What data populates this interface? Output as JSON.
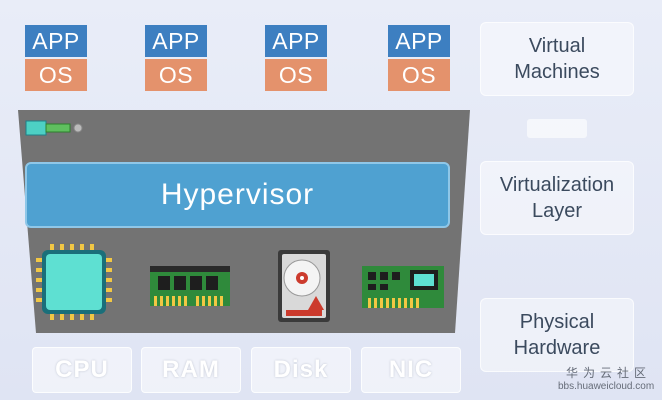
{
  "vms": [
    {
      "app": "APP",
      "os": "OS"
    },
    {
      "app": "APP",
      "os": "OS"
    },
    {
      "app": "APP",
      "os": "OS"
    },
    {
      "app": "APP",
      "os": "OS"
    }
  ],
  "layers": {
    "vm_label": "Virtual\nMachines",
    "virt_label": "Virtualization\nLayer",
    "hw_label": "Physical\nHardware"
  },
  "hypervisor": {
    "label": "Hypervisor"
  },
  "hardware": [
    {
      "label": "CPU"
    },
    {
      "label": "RAM"
    },
    {
      "label": "Disk"
    },
    {
      "label": "NIC"
    }
  ],
  "icons": [
    "chip-icon",
    "memory-stick-icon",
    "hard-disk-icon",
    "network-card-icon",
    "server-chip-icon"
  ],
  "colors": {
    "app": "#3d7fc1",
    "os": "#e4926c",
    "hypervisor": "#4fa1d1",
    "panel": "#737373",
    "background": "#e4e8f5"
  },
  "watermark": {
    "cn": "华为云社区",
    "en": "bbs.huaweicloud.com"
  }
}
